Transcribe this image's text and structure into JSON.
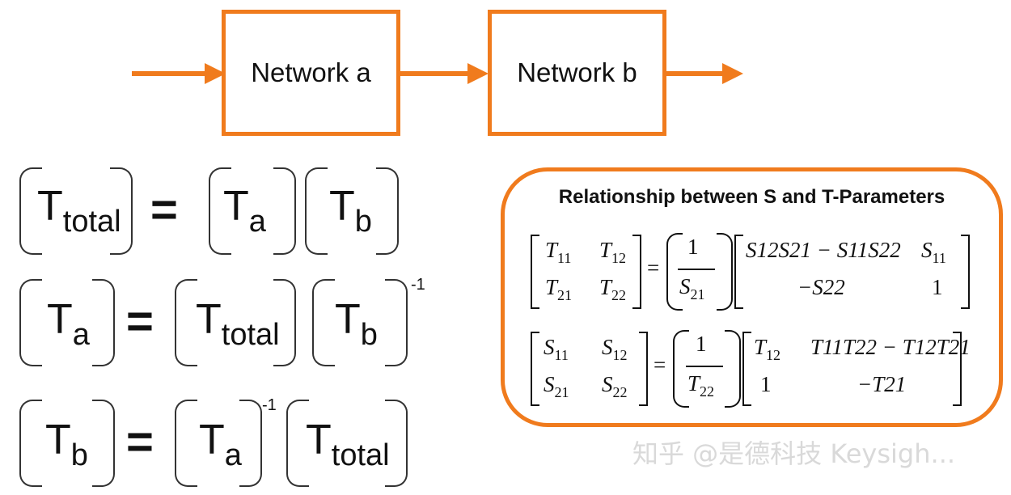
{
  "diagram": {
    "network_a_label": "Network a",
    "network_b_label": "Network b",
    "accent_color": "#f07b1d"
  },
  "equations": {
    "T": "T",
    "sub_total": "total",
    "sub_a": "a",
    "sub_b": "b",
    "equals": "=",
    "inverse": "-1"
  },
  "panel": {
    "title": "Relationship between S and T-Parameters",
    "eq1": {
      "lhs": [
        [
          "T",
          "11"
        ],
        [
          "T",
          "12"
        ],
        [
          "T",
          "21"
        ],
        [
          "T",
          "22"
        ]
      ],
      "scalar_num": "1",
      "scalar_den": [
        "S",
        "21"
      ],
      "rhs_r1c1": "S12S21 − S11S22",
      "rhs_r1c2": [
        "S",
        "11"
      ],
      "rhs_r2c1": "−S22",
      "rhs_r2c2": "1"
    },
    "eq2": {
      "lhs": [
        [
          "S",
          "11"
        ],
        [
          "S",
          "12"
        ],
        [
          "S",
          "21"
        ],
        [
          "S",
          "22"
        ]
      ],
      "scalar_num": "1",
      "scalar_den": [
        "T",
        "22"
      ],
      "rhs_r1c1": [
        "T",
        "12"
      ],
      "rhs_r1c2": "T11T22 − T12T21",
      "rhs_r2c1": "1",
      "rhs_r2c2": "−T21"
    }
  },
  "watermark": "知乎 @是德科技 Keysigh..."
}
